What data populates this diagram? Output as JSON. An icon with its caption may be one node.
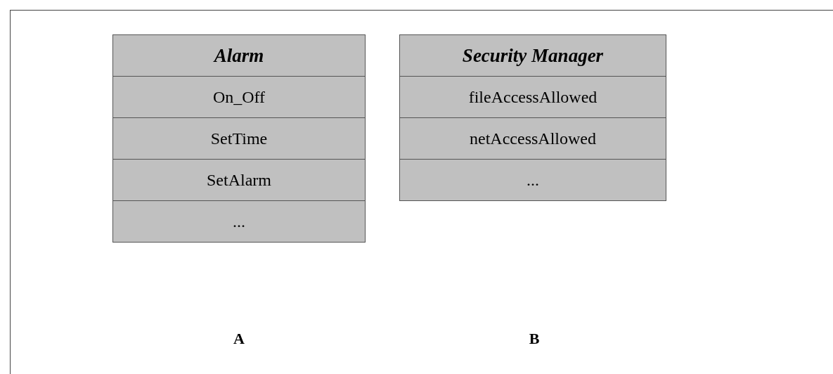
{
  "diagram": {
    "nodes": [
      {
        "text": [
          "Alarm"
        ]
      },
      {
        "text": [
          "On_Off"
        ]
      },
      {
        "text": [
          "SetTime"
        ]
      },
      {
        "text": [
          "SetAlarm"
        ]
      },
      {
        "text": [
          "..."
        ]
      },
      {
        "text": [
          "Security Manager"
        ]
      },
      {
        "text": [
          "fileAccessAllowed"
        ]
      },
      {
        "text": [
          "netAccessAllowed"
        ]
      },
      {
        "text": [
          "..."
        ]
      }
    ],
    "labels": [
      "A",
      "B"
    ]
  }
}
